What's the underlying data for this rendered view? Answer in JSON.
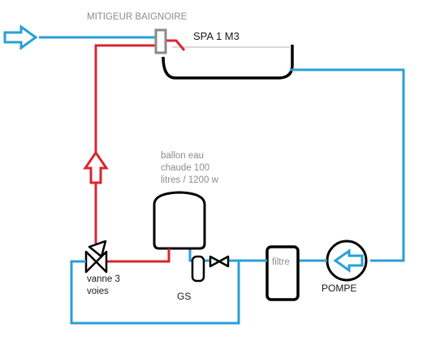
{
  "labels": {
    "mixer": "MITIGEUR BAIGNOIRE",
    "spa": "SPA 1 M3",
    "boiler_line1": "ballon eau",
    "boiler_line2": "chaude 100",
    "boiler_line3": "litres / 1200 w",
    "filter": "filtre",
    "pump": "POMPE",
    "valve_line1": "vanne 3",
    "valve_line2": "voies",
    "gs": "GS"
  },
  "colors": {
    "cold_line": "#2a9fd6",
    "hot_line": "#d9262c",
    "outline": "#000000",
    "mixer_body": "#8a8a8a"
  },
  "icons": {
    "inlet": "inlet-arrow-icon",
    "hot_flow": "hot-flow-arrow-icon",
    "pump": "pump-arrow-icon",
    "three_way_valve": "three-way-valve-icon",
    "check_valve": "check-valve-icon",
    "mixer": "mixer-tap-icon"
  }
}
